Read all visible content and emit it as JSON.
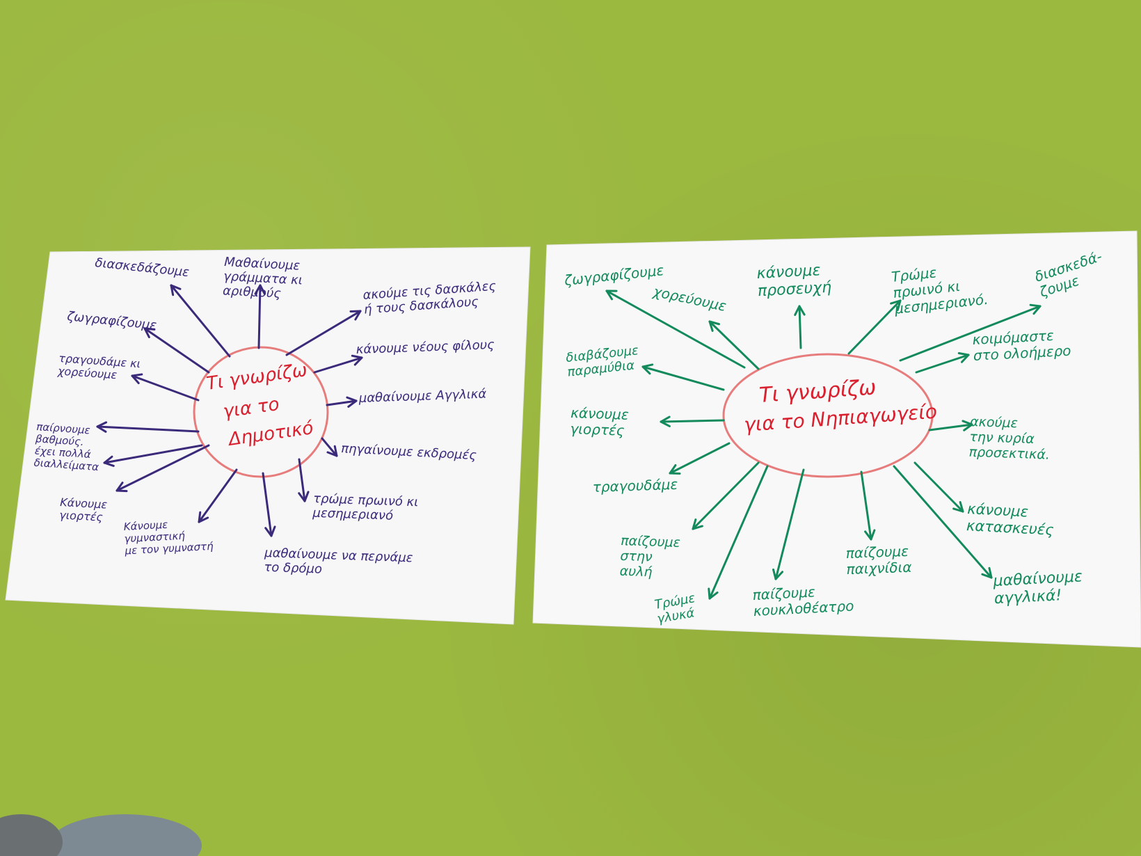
{
  "left_poster": {
    "title_lines": [
      "Τι γνωρίζω",
      "για το",
      "Δημοτικό"
    ],
    "text_color": "#3b2a7a",
    "title_color": "#d8202e",
    "items": [
      {
        "lines": [
          "διασκεδάζουμε"
        ]
      },
      {
        "lines": [
          "Μαθαίνουμε",
          "γράμματα κι",
          "αριθμούς"
        ]
      },
      {
        "lines": [
          "ακούμε τις δασκάλες",
          "ή τους δασκάλους"
        ]
      },
      {
        "lines": [
          "ζωγραφίζουμε"
        ]
      },
      {
        "lines": [
          "κάνουμε νέους φίλους"
        ]
      },
      {
        "lines": [
          "τραγουδάμε κι",
          "χορεύουμε"
        ]
      },
      {
        "lines": [
          "μαθαίνουμε Αγγλικά"
        ]
      },
      {
        "lines": [
          "παίρνουμε",
          "βαθμούς.",
          "έχει πολλά",
          "διαλλείματα"
        ]
      },
      {
        "lines": [
          "πηγαίνουμε εκδρομές"
        ]
      },
      {
        "lines": [
          "Κάνουμε",
          "γιορτές"
        ]
      },
      {
        "lines": [
          "τρώμε πρωινό κι",
          "μεσημεριανό"
        ]
      },
      {
        "lines": [
          "Κάνουμε",
          "γυμναστική",
          "με τον γυμναστή"
        ]
      },
      {
        "lines": [
          "μαθαίνουμε να περνάμε",
          "το δρόμο"
        ]
      }
    ]
  },
  "right_poster": {
    "title_lines": [
      "Τι γνωρίζω",
      "για το Νηπιαγωγείο"
    ],
    "text_color": "#138a5c",
    "title_color": "#d8202e",
    "items": [
      {
        "lines": [
          "ζωγραφίζουμε"
        ]
      },
      {
        "lines": [
          "χορεύουμε"
        ]
      },
      {
        "lines": [
          "κάνουμε",
          "προσευχή"
        ]
      },
      {
        "lines": [
          "Τρώμε",
          "πρωινό κι",
          "μεσημεριανό."
        ]
      },
      {
        "lines": [
          "διασκεδά-",
          "ζουμε"
        ]
      },
      {
        "lines": [
          "διαβάζουμε",
          "παραμύθια"
        ]
      },
      {
        "lines": [
          "κοιμόμαστε",
          "στο ολοήμερο"
        ]
      },
      {
        "lines": [
          "κάνουμε",
          "γιορτές"
        ]
      },
      {
        "lines": [
          "ακούμε",
          "την κυρία",
          "προσεκτικά."
        ]
      },
      {
        "lines": [
          "τραγουδάμε"
        ]
      },
      {
        "lines": [
          "κάνουμε",
          "κατασκευές"
        ]
      },
      {
        "lines": [
          "παίζουμε",
          "στην",
          "αυλή"
        ]
      },
      {
        "lines": [
          "μαθαίνουμε",
          "αγγλικά!"
        ]
      },
      {
        "lines": [
          "Τρώμε",
          "γλυκά"
        ]
      },
      {
        "lines": [
          "παίζουμε",
          "κουκλοθέατρο"
        ]
      },
      {
        "lines": [
          "παίζουμε",
          "παιχνίδια"
        ]
      }
    ]
  }
}
